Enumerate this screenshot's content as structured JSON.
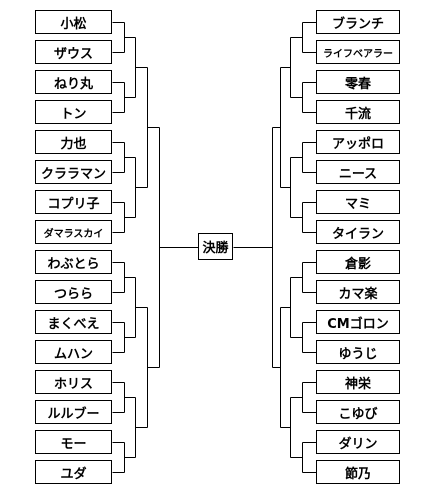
{
  "final_label": "決勝",
  "left_entries": [
    "小松",
    "ザウス",
    "ねり丸",
    "トン",
    "力也",
    "クララマン",
    "コプリ子",
    "ダマラスカイ",
    "わぶとら",
    "つらら",
    "まくべえ",
    "ムハン",
    "ホリス",
    "ルルブー",
    "モー",
    "ユダ"
  ],
  "right_entries": [
    "ブランチ",
    "ライフベアラー",
    "零春",
    "千流",
    "アッポロ",
    "ニース",
    "マミ",
    "タイラン",
    "倉影",
    "カマ楽",
    "CMゴロン",
    "ゆうじ",
    "神栄",
    "こゆび",
    "ダリン",
    "節乃"
  ]
}
